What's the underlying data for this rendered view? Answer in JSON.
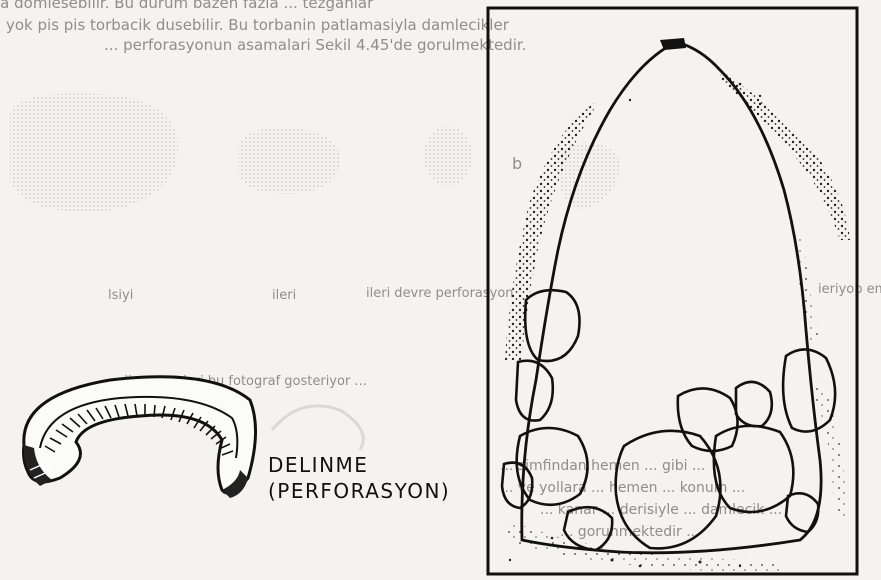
{
  "bleed_text": [
    "la domlesebilir. Bu durum bazen fazla ... tezgahlar",
    "yok pis pis torbacik dusebilir. Bu torbanin patlamasiyla damlecikler",
    "... perforasyonun asamalari Sekil 4.45'de gorulmektedir.",
    "b",
    "lsiyi",
    "ileri devre perforasyon",
    "ileri",
    "ieriyop emb",
    "... lk asamalari bu fotograf gosteriyor ...",
    "... simfindan hemen ... gibi ...",
    "... ve yollara ... hemen ... konum ...",
    "... kanar ... derisiyle ... damlecik ...",
    "... gorunmektedir ..."
  ],
  "caption": {
    "line1": "DELINME",
    "line2": "(PERFORASYON)"
  }
}
